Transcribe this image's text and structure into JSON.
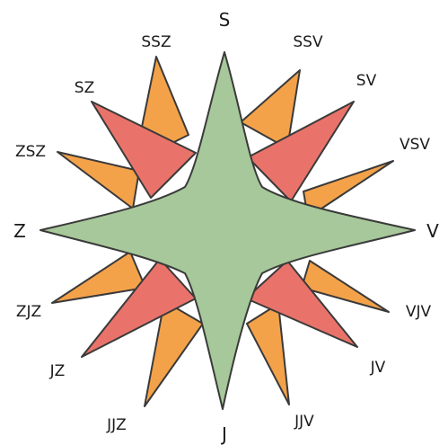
{
  "labels": {
    "north": "S",
    "south": "J",
    "west": "Z",
    "east": "V",
    "north_northwest": "SSZ",
    "north_northeast": "SSV",
    "northwest": "SZ",
    "northeast": "SV",
    "west_northwest": "ZSZ",
    "east_northeast": "VSV",
    "west_southwest": "ZJZ",
    "east_southeast": "VJV",
    "southwest": "JZ",
    "southeast": "JV",
    "south_southwest": "JJZ",
    "south_southeast": "JJV"
  },
  "colors": {
    "main_star": "#a7c89a",
    "diagonal_points": "#e9736a",
    "minor_points": "#f4a24a",
    "outline": "#3a3a3a"
  }
}
